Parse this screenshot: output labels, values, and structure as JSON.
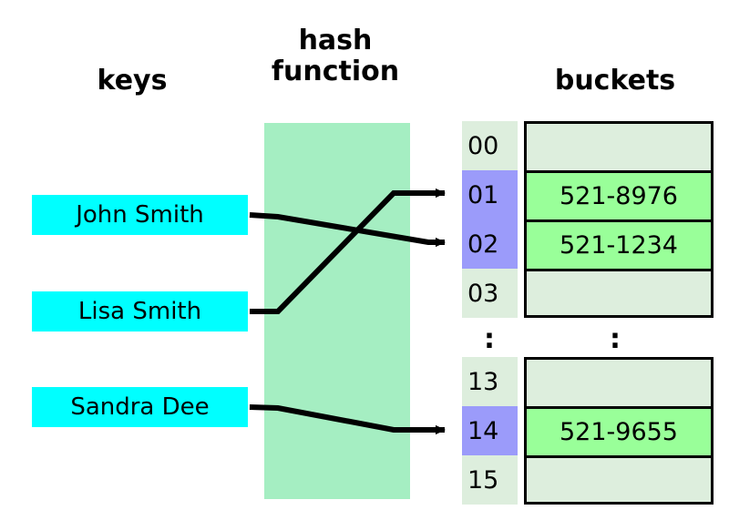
{
  "headings": {
    "keys": "keys",
    "hash_function": "hash\nfunction",
    "buckets": "buckets"
  },
  "keys": [
    {
      "label": "John Smith"
    },
    {
      "label": "Lisa Smith"
    },
    {
      "label": "Sandra Dee"
    }
  ],
  "buckets_top": [
    {
      "index": "00",
      "value": "",
      "highlighted": false
    },
    {
      "index": "01",
      "value": "521-8976",
      "highlighted": true
    },
    {
      "index": "02",
      "value": "521-1234",
      "highlighted": true
    },
    {
      "index": "03",
      "value": "",
      "highlighted": false
    }
  ],
  "ellipsis": {
    "index_mark": ":",
    "value_mark": ":"
  },
  "buckets_bottom": [
    {
      "index": "13",
      "value": "",
      "highlighted": false
    },
    {
      "index": "14",
      "value": "521-9655",
      "highlighted": true
    },
    {
      "index": "15",
      "value": "",
      "highlighted": false
    }
  ],
  "mappings": [
    {
      "from": "John Smith",
      "to": "02"
    },
    {
      "from": "Lisa Smith",
      "to": "01"
    },
    {
      "from": "Sandra Dee",
      "to": "14"
    }
  ],
  "colors": {
    "key_fill": "#00ffff",
    "hash_fill": "#a5eec2",
    "bucket_empty": "#ddeedd",
    "bucket_filled": "#99ff99",
    "index_highlight": "#9b9bfa",
    "stroke": "#000000",
    "background": "#ffffff"
  }
}
